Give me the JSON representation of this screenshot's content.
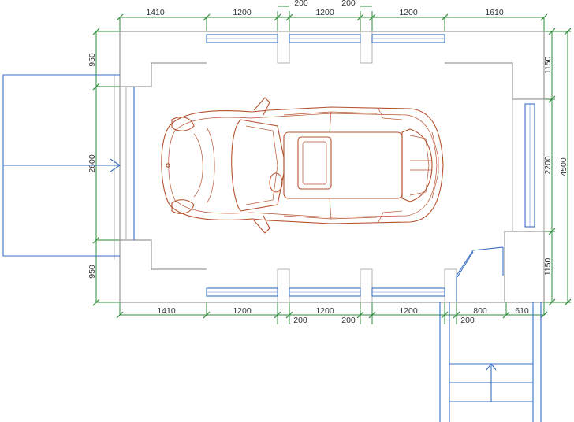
{
  "dimensions": {
    "top": [
      "1410",
      "1200",
      "1200",
      "1200",
      "1610"
    ],
    "top_piers": [
      "200",
      "200"
    ],
    "bottom": [
      "1410",
      "1200",
      "1200",
      "1200",
      "800",
      "610"
    ],
    "bottom_piers": [
      "200",
      "200",
      "200"
    ],
    "left": [
      "950",
      "2600",
      "950"
    ],
    "right": [
      "1150",
      "2200",
      "1150"
    ],
    "right_total": "4500"
  },
  "colors": {
    "walls": "#9a9a9a",
    "dimension_lines": "#2e8b3a",
    "windows_doors": "#3a6fc4",
    "car": "#b5522e"
  },
  "icons": {
    "car": "car-top-view-icon",
    "entry_arrow": "arrow-right-icon",
    "stair_arrow": "arrow-up-icon"
  }
}
